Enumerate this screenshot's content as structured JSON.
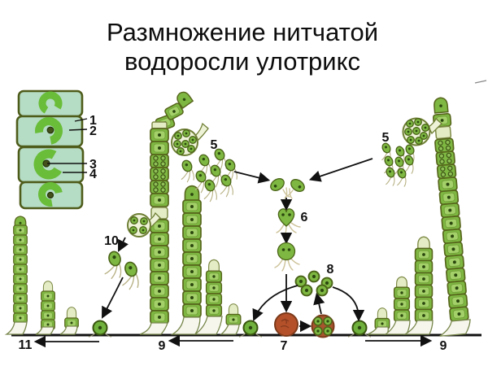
{
  "title": {
    "line1": "Размножение нитчатой",
    "line2": "водоросли улотрикс"
  },
  "callouts": {
    "cell_wall": "1",
    "cytoplasm": "2",
    "nucleus": "3",
    "chloroplast": "4",
    "zoospores_left": "5",
    "gametes_right": "5",
    "gamete_fusion": "6",
    "zygote": "7",
    "meiosis_cells": "8",
    "growth_middle": "9",
    "growth_right": "9",
    "spore_release": "10",
    "growth_left": "11"
  },
  "palette": {
    "cell_green": "#7eb842",
    "cell_border": "#57661c",
    "inner_green": "#a4d069",
    "enlarged_cell_bg": "#b5dcc4",
    "chloroplast_green": "#69bd38",
    "nucleus_dark": "#44511a",
    "zygote_red": "#b4512a",
    "meiosis_sac_red": "#a8542e",
    "sac_fill": "#eef3d8",
    "flagella_tan": "#cdc39a",
    "line_black": "#111111",
    "background": "#ffffff"
  }
}
